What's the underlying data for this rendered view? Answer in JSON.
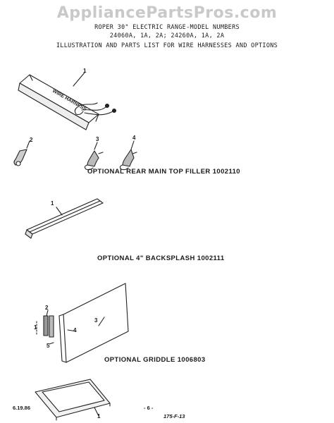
{
  "watermark": "AppliancePartsPros.com",
  "header": {
    "line1": "ROPER 30\" ELECTRIC RANGE-MODEL NUMBERS",
    "line2": "24060A, 1A, 2A;  24260A, 1A, 2A",
    "line3": "ILLUSTRATION AND PARTS LIST FOR WIRE HARNESSES AND OPTIONS"
  },
  "harness_box_text": "WIRE HARNESS",
  "sections": {
    "rear_filler": "OPTIONAL REAR MAIN TOP FILLER 1002110",
    "backsplash": "OPTIONAL 4\" BACKSPLASH 1002111",
    "griddle": "OPTIONAL GRIDDLE 1006803"
  },
  "callouts": {
    "harness_1": "1",
    "conn_2": "2",
    "conn_3": "3",
    "conn_4": "4",
    "filler_1": "1",
    "bs_2": "2",
    "bs_1": "1",
    "bs_3": "3",
    "bs_4": "4",
    "bs_5": "5",
    "griddle_1": "1"
  },
  "footer": {
    "date": "6.19.86",
    "page": "- 6 -",
    "code": "175-F-13"
  }
}
